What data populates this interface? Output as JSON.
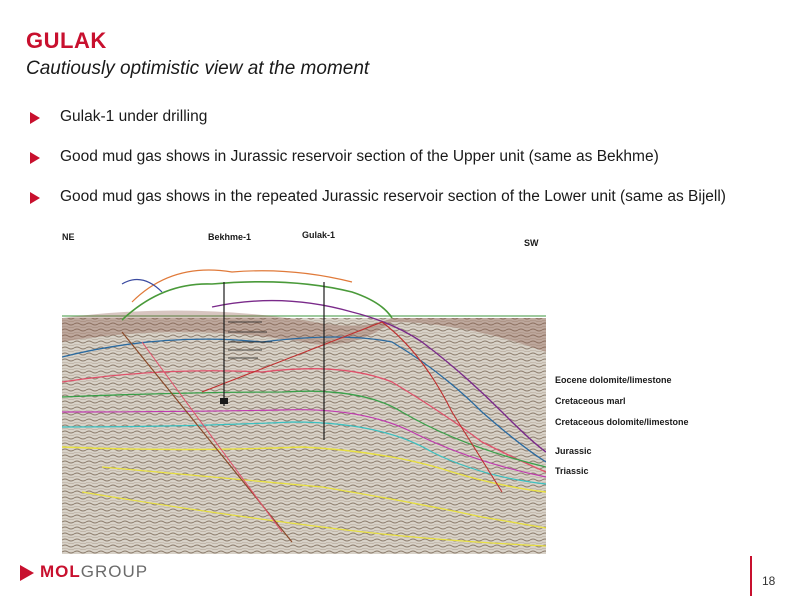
{
  "slide": {
    "title": "GULAK",
    "subtitle": "Cautiously optimistic view at the moment",
    "page_number": "18"
  },
  "bullets": [
    "Gulak-1 under drilling",
    "Good mud gas shows in Jurassic reservoir section of the Upper unit (same as Bekhme)",
    "Good mud gas shows in the repeated Jurassic reservoir section of the Lower unit (same as Bijell)"
  ],
  "section": {
    "direction_left": "NE",
    "direction_right": "SW",
    "wells": [
      "Bekhme-1",
      "Gulak-1"
    ],
    "legend": [
      "Eocene dolomite/limestone",
      "Cretaceous marl",
      "Cretaceous dolomite/limestone",
      "Jurassic",
      "Triassic"
    ]
  },
  "logo": {
    "part1": "MOL",
    "part2": "GROUP"
  },
  "colors": {
    "accent": "#c8102e"
  }
}
